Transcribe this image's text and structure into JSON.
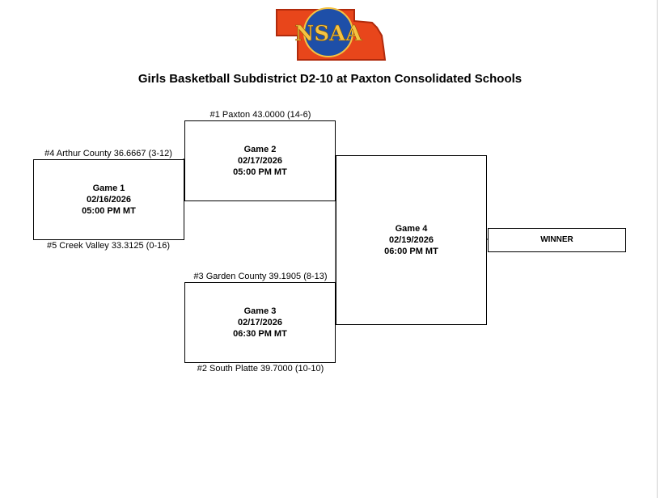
{
  "logo": {
    "text": "NSAA",
    "colors": {
      "map": "#e8461b",
      "map_dark": "#b02a0c",
      "badge": "#1e4fa8",
      "letters": "#f5c342"
    }
  },
  "title": "Girls Basketball Subdistrict D2-10 at Paxton Consolidated Schools",
  "games": [
    {
      "label": "Game 1",
      "date": "02/16/2026",
      "time": "05:00 PM MT"
    },
    {
      "label": "Game 2",
      "date": "02/17/2026",
      "time": "05:00 PM MT"
    },
    {
      "label": "Game 3",
      "date": "02/17/2026",
      "time": "06:30 PM MT"
    },
    {
      "label": "Game 4",
      "date": "02/19/2026",
      "time": "06:00 PM MT"
    }
  ],
  "teams": {
    "seed4": "#4 Arthur County 36.6667 (3-12)",
    "seed5": "#5 Creek Valley 33.3125 (0-16)",
    "seed1": "#1 Paxton 43.0000 (14-6)",
    "seed3": "#3 Garden County 39.1905 (8-13)",
    "seed2": "#2 South Platte 39.7000 (10-10)"
  },
  "winner_label": "WINNER"
}
